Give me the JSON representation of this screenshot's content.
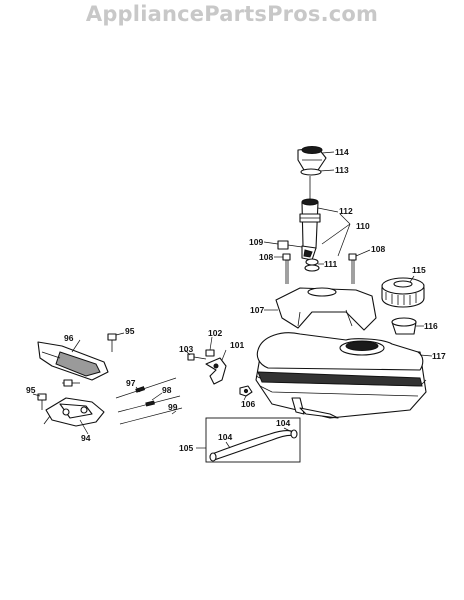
{
  "watermark": "AppliancePartsPros.com",
  "callouts": [
    "114",
    "113",
    "112",
    "110",
    "109",
    "111",
    "108",
    "108",
    "115",
    "107",
    "116",
    "117",
    "96",
    "95",
    "102",
    "103",
    "101",
    "95",
    "97",
    "98",
    "106",
    "99",
    "94",
    "104",
    "104",
    "105"
  ]
}
